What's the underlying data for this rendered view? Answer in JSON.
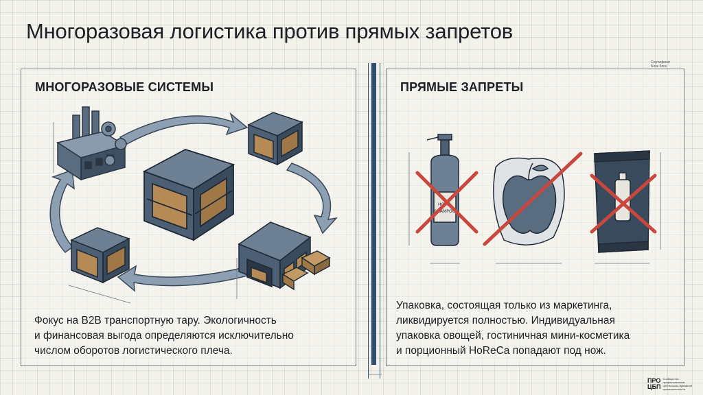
{
  "title": "Многоразовая логистика против прямых запретов",
  "left": {
    "heading": "МНОГОРАЗОВЫЕ СИСТЕМЫ",
    "description": [
      "Фокус на B2B транспортную тару. Экологичность",
      "и финансовая выгода определяются исключительно",
      "числом оборотов логистического плеча."
    ],
    "icons": [
      "factory-icon",
      "crate-icon",
      "warehouse-icon",
      "cycle-arrows-icon"
    ]
  },
  "right": {
    "heading": "ПРЯМЫЕ ЗАПРЕТЫ",
    "description": [
      "Упаковка, состоящая только из маркетинга,",
      "ликвидируется полностью. Индивидуальная",
      "упаковка овощей, гостиничная мини-косметика",
      "и порционный HoReCa попадают под нож."
    ],
    "bottle_label": [
      "HOTEL",
      "SHAMPOO"
    ],
    "icons": [
      "shampoo-bottle-icon",
      "packaged-apple-icon",
      "sachet-icon",
      "cross-out-icon"
    ]
  },
  "corner_note": [
    "Сертификат",
    "Блок блок"
  ],
  "logo": {
    "mark": [
      "ПРО",
      "ЦБП"
    ],
    "text": "Сообщество профессионалов целлюлозно-бумажной промышленности"
  },
  "colors": {
    "steel": "#4d5f74",
    "steel_dark": "#2f3f52",
    "kraft": "#b58a55",
    "arrow": "#7b8ea3",
    "cross": "#c8473f",
    "divider": "#2f4e6f"
  }
}
